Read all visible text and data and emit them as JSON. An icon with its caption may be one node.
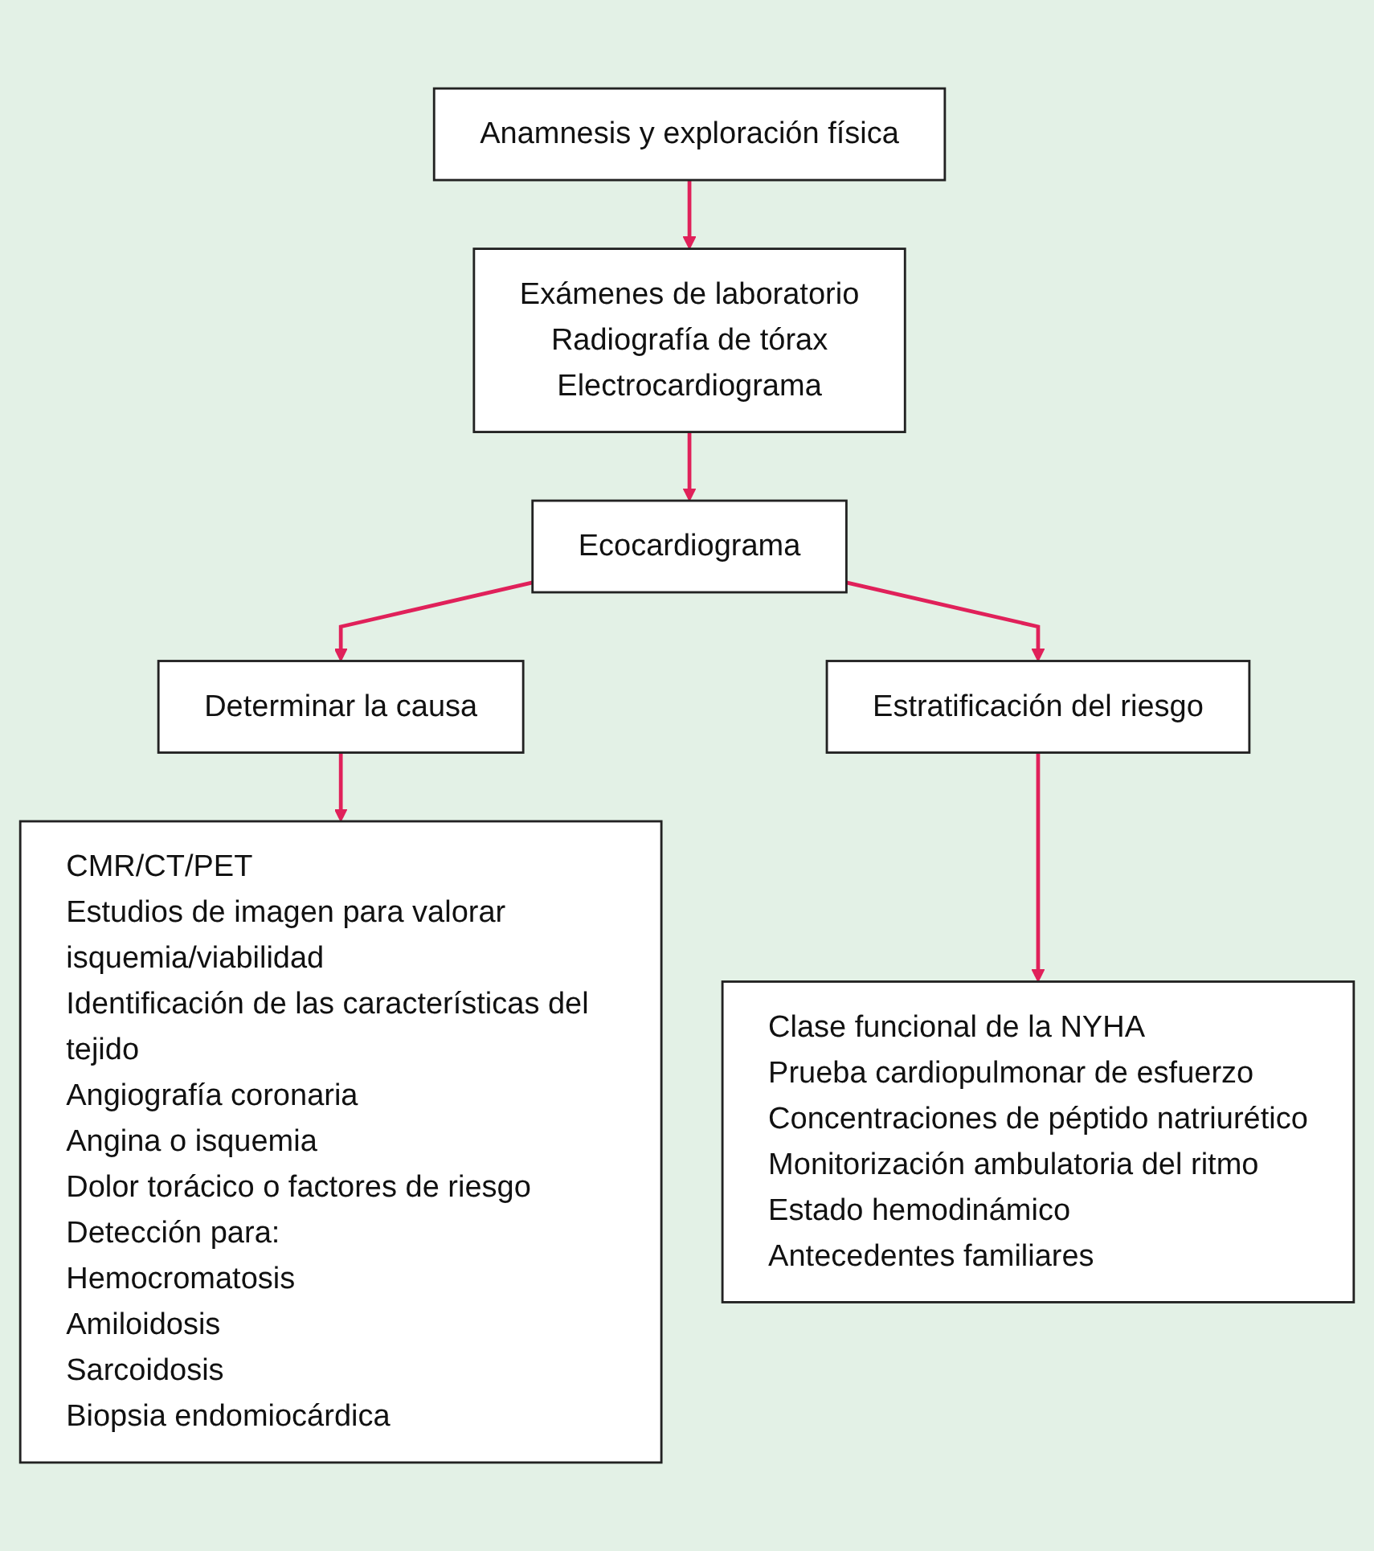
{
  "diagram": {
    "nodes": [
      {
        "text": [
          "Anamnesis y exploración física"
        ]
      },
      {
        "text": [
          "Exámenes de laboratorio",
          "Radiografía de tórax",
          "Electrocardiograma"
        ]
      },
      {
        "text": [
          "Ecocardiograma"
        ]
      },
      {
        "text": [
          "Determinar la causa"
        ]
      },
      {
        "text": [
          "Estratificación del riesgo"
        ]
      },
      {
        "text": [
          "CMR/CT/PET",
          "Estudios de imagen para valorar isquemia/viabilidad",
          "Identificación de las características del tejido",
          "Angiografía coronaria",
          "Angina o isquemia",
          "Dolor torácico o factores de riesgo",
          "Detección para:",
          "Hemocromatosis",
          "Amiloidosis",
          "Sarcoidosis",
          "Biopsia endomiocárdica"
        ]
      },
      {
        "text": [
          "Clase funcional de la NYHA",
          "Prueba cardiopulmonar de esfuerzo",
          "Concentraciones de péptido natriurético",
          "Monitorización ambulatoria del ritmo",
          "Estado hemodinámico",
          "Antecedentes familiares"
        ]
      }
    ],
    "edges": [
      {
        "from": 0,
        "to": 1,
        "arrow": "to"
      },
      {
        "from": 1,
        "to": 2,
        "arrow": "to"
      },
      {
        "from": 2,
        "to": 3,
        "arrow": "to"
      },
      {
        "from": 2,
        "to": 4,
        "arrow": "to"
      },
      {
        "from": 3,
        "to": 5,
        "arrow": "to"
      },
      {
        "from": 4,
        "to": 6,
        "arrow": "to"
      }
    ]
  }
}
